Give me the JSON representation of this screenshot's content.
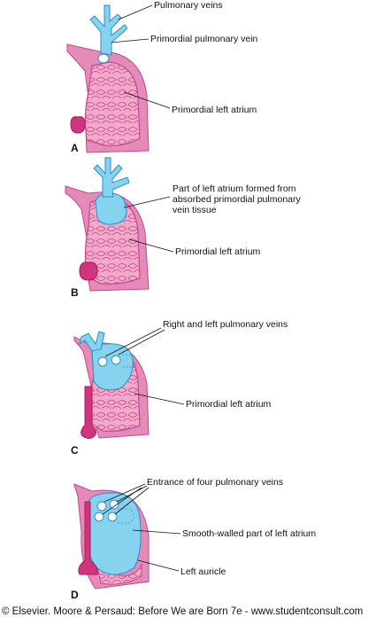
{
  "panels": {
    "a": {
      "letter": "A",
      "labels": [
        "Pulmonary veins",
        "Primordial pulmonary vein",
        "Primordial left atrium"
      ]
    },
    "b": {
      "letter": "B",
      "labels": [
        "Part of left atrium formed from",
        "absorbed primordial pulmonary",
        "vein tissue",
        "Primordial left atrium"
      ]
    },
    "c": {
      "letter": "C",
      "labels": [
        "Right and left pulmonary veins",
        "Primordial left atrium"
      ]
    },
    "d": {
      "letter": "D",
      "labels": [
        "Entrance of four pulmonary veins",
        "Smooth-walled part of left atrium",
        "Left auricle"
      ]
    }
  },
  "credit": "© Elsevier. Moore & Persaud: Before We are Born 7e - www.studentconsult.com",
  "colors": {
    "atrium_fill": "#f2a9cc",
    "atrium_outline": "#c24a86",
    "wall": "#e58bb9",
    "dark_pink": "#d2337d",
    "vein_blue": "#86d3ef",
    "vein_outline": "#2a8fc4"
  }
}
